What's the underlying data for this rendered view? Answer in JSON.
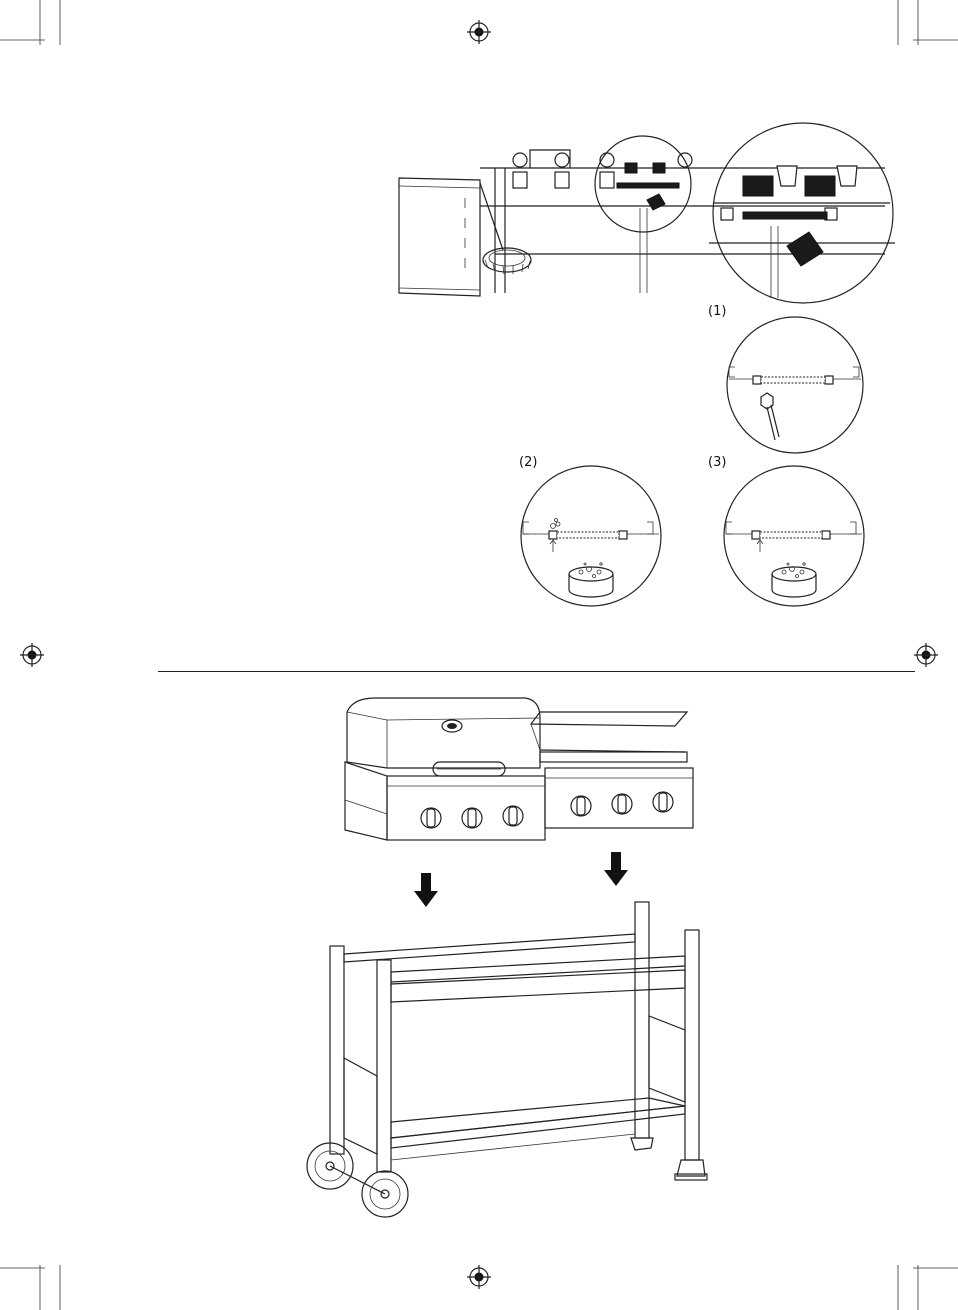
{
  "steps": {
    "step1_label": "(1)",
    "step2_label": "(2)",
    "step3_label": "(3)"
  },
  "icons": {
    "registration_marks": "crosshair-circle",
    "arrows": "down-arrow"
  }
}
